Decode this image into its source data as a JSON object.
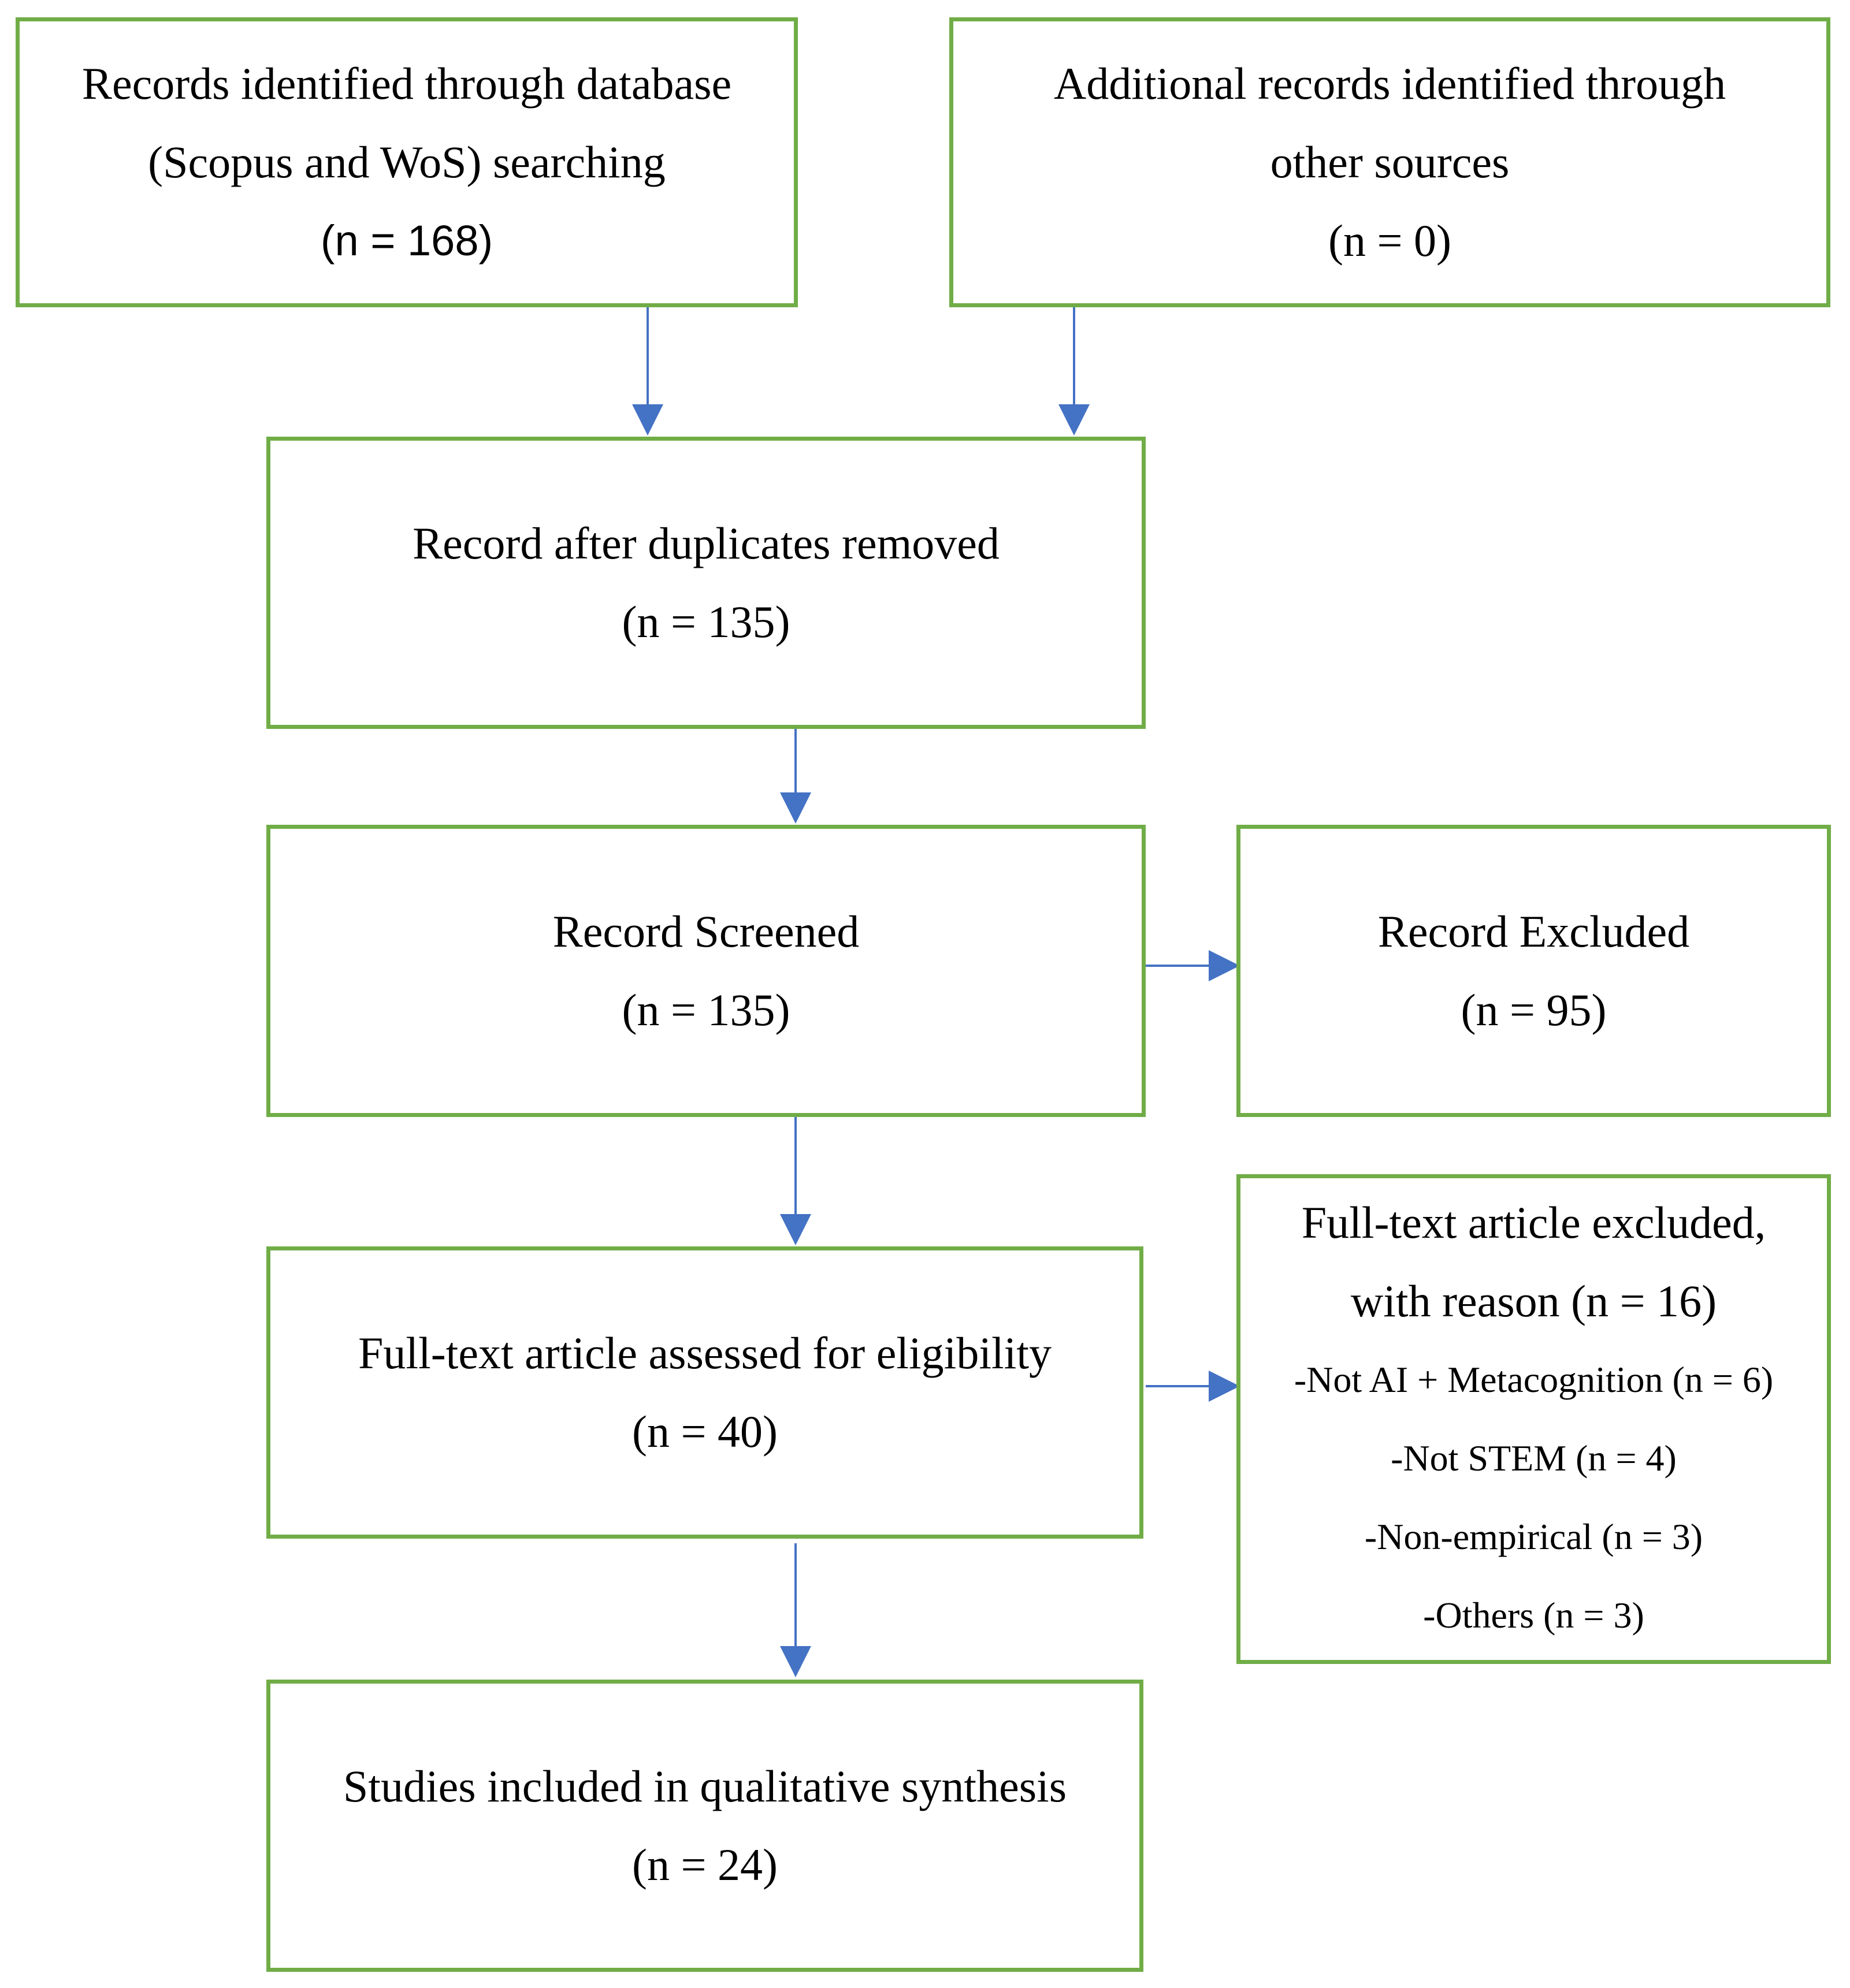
{
  "colors": {
    "box_border": "#70AD47",
    "arrow": "#4472C4"
  },
  "boxes": {
    "identified_db": {
      "line1": "Records identified through database",
      "line2": "(Scopus and WoS) searching",
      "line3": "(n = 168)"
    },
    "identified_other": {
      "line1": "Additional records identified through",
      "line2": "other sources",
      "line3": "(n = 0)"
    },
    "after_duplicates": {
      "line1": "Record after duplicates removed",
      "line2": "(n = 135)"
    },
    "screened": {
      "line1": "Record Screened",
      "line2": "(n = 135)"
    },
    "excluded": {
      "line1": "Record Excluded",
      "line2": "(n = 95)"
    },
    "fulltext_assessed": {
      "line1": "Full-text article assessed for eligibility",
      "line2": "(n = 40)"
    },
    "fulltext_excluded": {
      "line1": "Full-text article excluded,",
      "line2": "with reason (n = 16)",
      "reasons": [
        "-Not AI + Metacognition (n = 6)",
        "-Not STEM (n = 4)",
        "-Non-empirical (n = 3)",
        "-Others (n = 3)"
      ]
    },
    "included": {
      "line1": "Studies included in qualitative synthesis",
      "line2": "(n = 24)"
    }
  }
}
